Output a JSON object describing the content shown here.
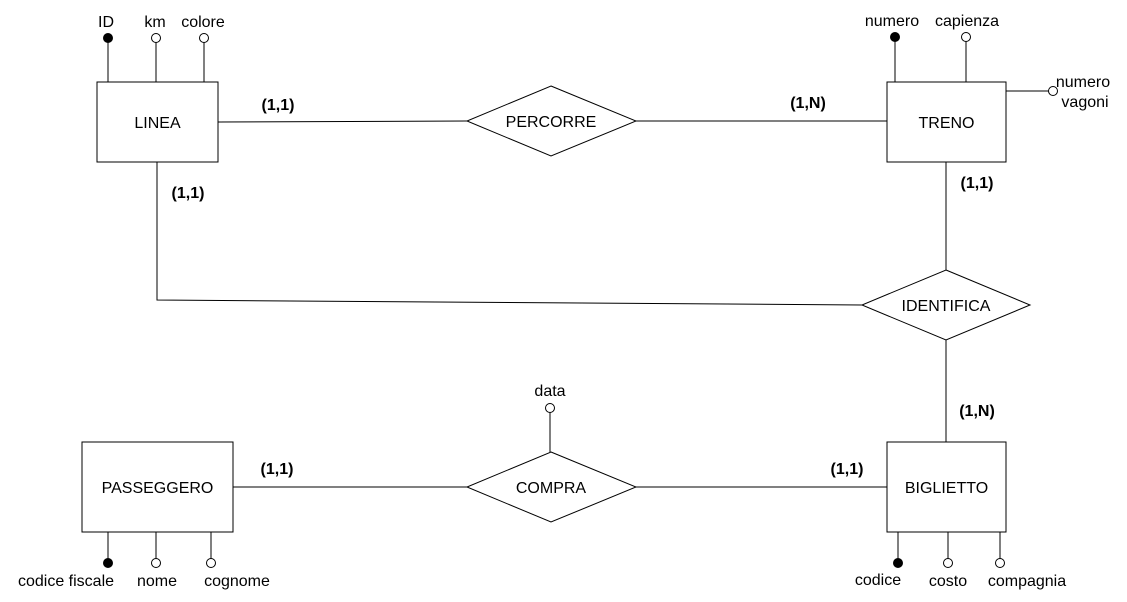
{
  "entities": {
    "linea": "LINEA",
    "treno": "TRENO",
    "passeggero": "PASSEGGERO",
    "biglietto": "BIGLIETTO"
  },
  "relationships": {
    "percorre": "PERCORRE",
    "identifica": "IDENTIFICA",
    "compra": "COMPRA"
  },
  "attributes": {
    "linea_id": "ID",
    "linea_km": "km",
    "linea_colore": "colore",
    "treno_numero": "numero",
    "treno_capienza": "capienza",
    "treno_numero_vagoni_1": "numero",
    "treno_numero_vagoni_2": "vagoni",
    "compra_data": "data",
    "passeggero_codice_fiscale": "codice fiscale",
    "passeggero_nome": "nome",
    "passeggero_cognome": "cognome",
    "biglietto_codice": "codice",
    "biglietto_costo": "costo",
    "biglietto_compagnia": "compagnia"
  },
  "cardinalities": {
    "linea_percorre": "(1,1)",
    "treno_percorre": "(1,N)",
    "linea_identifica": "(1,1)",
    "treno_identifica": "(1,1)",
    "biglietto_identifica": "(1,N)",
    "passeggero_compra": "(1,1)",
    "biglietto_compra": "(1,1)"
  },
  "colors": {
    "stroke": "#000000",
    "background": "#ffffff",
    "key_attribute_fill": "#000000",
    "attribute_fill": "#ffffff"
  }
}
